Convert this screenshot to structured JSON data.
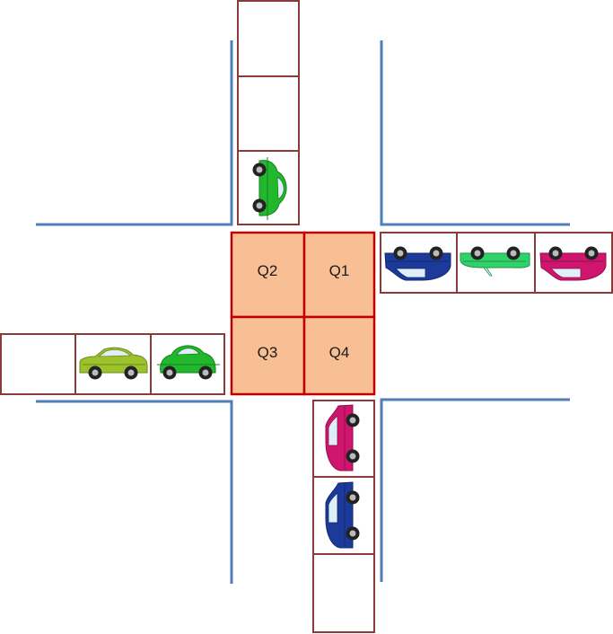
{
  "colors": {
    "road_line": "#4f7fb8",
    "lane_cell_border": "#8b3a3a",
    "intersection_fill": "#f8bf94",
    "intersection_border": "#c00000"
  },
  "intersection": {
    "quadrants": [
      {
        "id": "q1",
        "label": "Q1"
      },
      {
        "id": "q2",
        "label": "Q2"
      },
      {
        "id": "q3",
        "label": "Q3"
      },
      {
        "id": "q4",
        "label": "Q4"
      }
    ]
  },
  "lanes": {
    "north": {
      "cells": 3,
      "cars": [
        {
          "cell": 2,
          "color": "#22b82e",
          "style": "beetle",
          "heading": "down",
          "icon": "car-icon"
        }
      ]
    },
    "east": {
      "cells": 3,
      "cars": [
        {
          "cell": 0,
          "color": "#1c3a9a",
          "style": "hatchback",
          "heading": "left",
          "icon": "car-icon"
        },
        {
          "cell": 1,
          "color": "#2fd36a",
          "style": "convertible",
          "heading": "left",
          "icon": "car-icon"
        },
        {
          "cell": 2,
          "color": "#d0156e",
          "style": "hatchback",
          "heading": "left",
          "icon": "car-icon"
        }
      ]
    },
    "west": {
      "cells": 3,
      "cars": [
        {
          "cell": 1,
          "color": "#9cc22c",
          "style": "sedan",
          "heading": "right",
          "icon": "car-icon"
        },
        {
          "cell": 2,
          "color": "#22b82e",
          "style": "beetle",
          "heading": "right",
          "icon": "car-icon"
        }
      ]
    },
    "south": {
      "cells": 3,
      "cars": [
        {
          "cell": 0,
          "color": "#d0156e",
          "style": "hatchback",
          "heading": "up",
          "icon": "car-icon"
        },
        {
          "cell": 1,
          "color": "#1c3a9a",
          "style": "hatchback",
          "heading": "up",
          "icon": "car-icon"
        }
      ]
    }
  }
}
